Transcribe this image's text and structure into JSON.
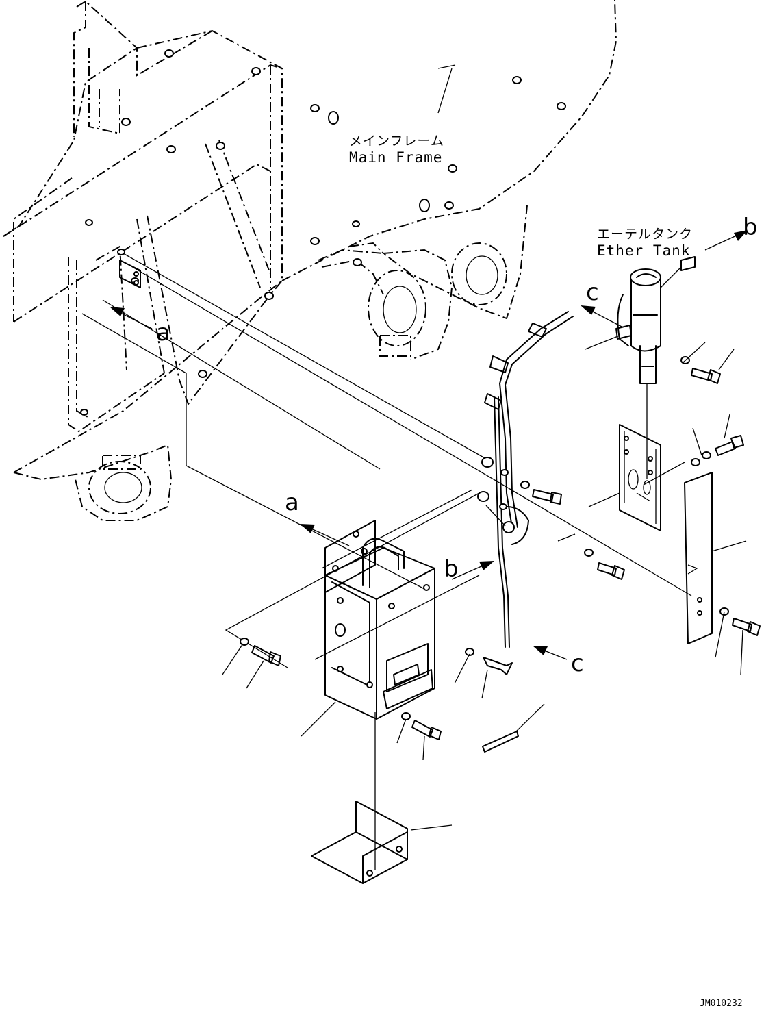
{
  "labels": {
    "main_frame_jp": "メインフレーム",
    "main_frame_en": "Main Frame",
    "ether_tank_jp": "エーテルタンク",
    "ether_tank_en": "Ether Tank"
  },
  "refs": {
    "a": "a",
    "b": "b",
    "c": "c"
  },
  "drawing_code": "JM010232"
}
